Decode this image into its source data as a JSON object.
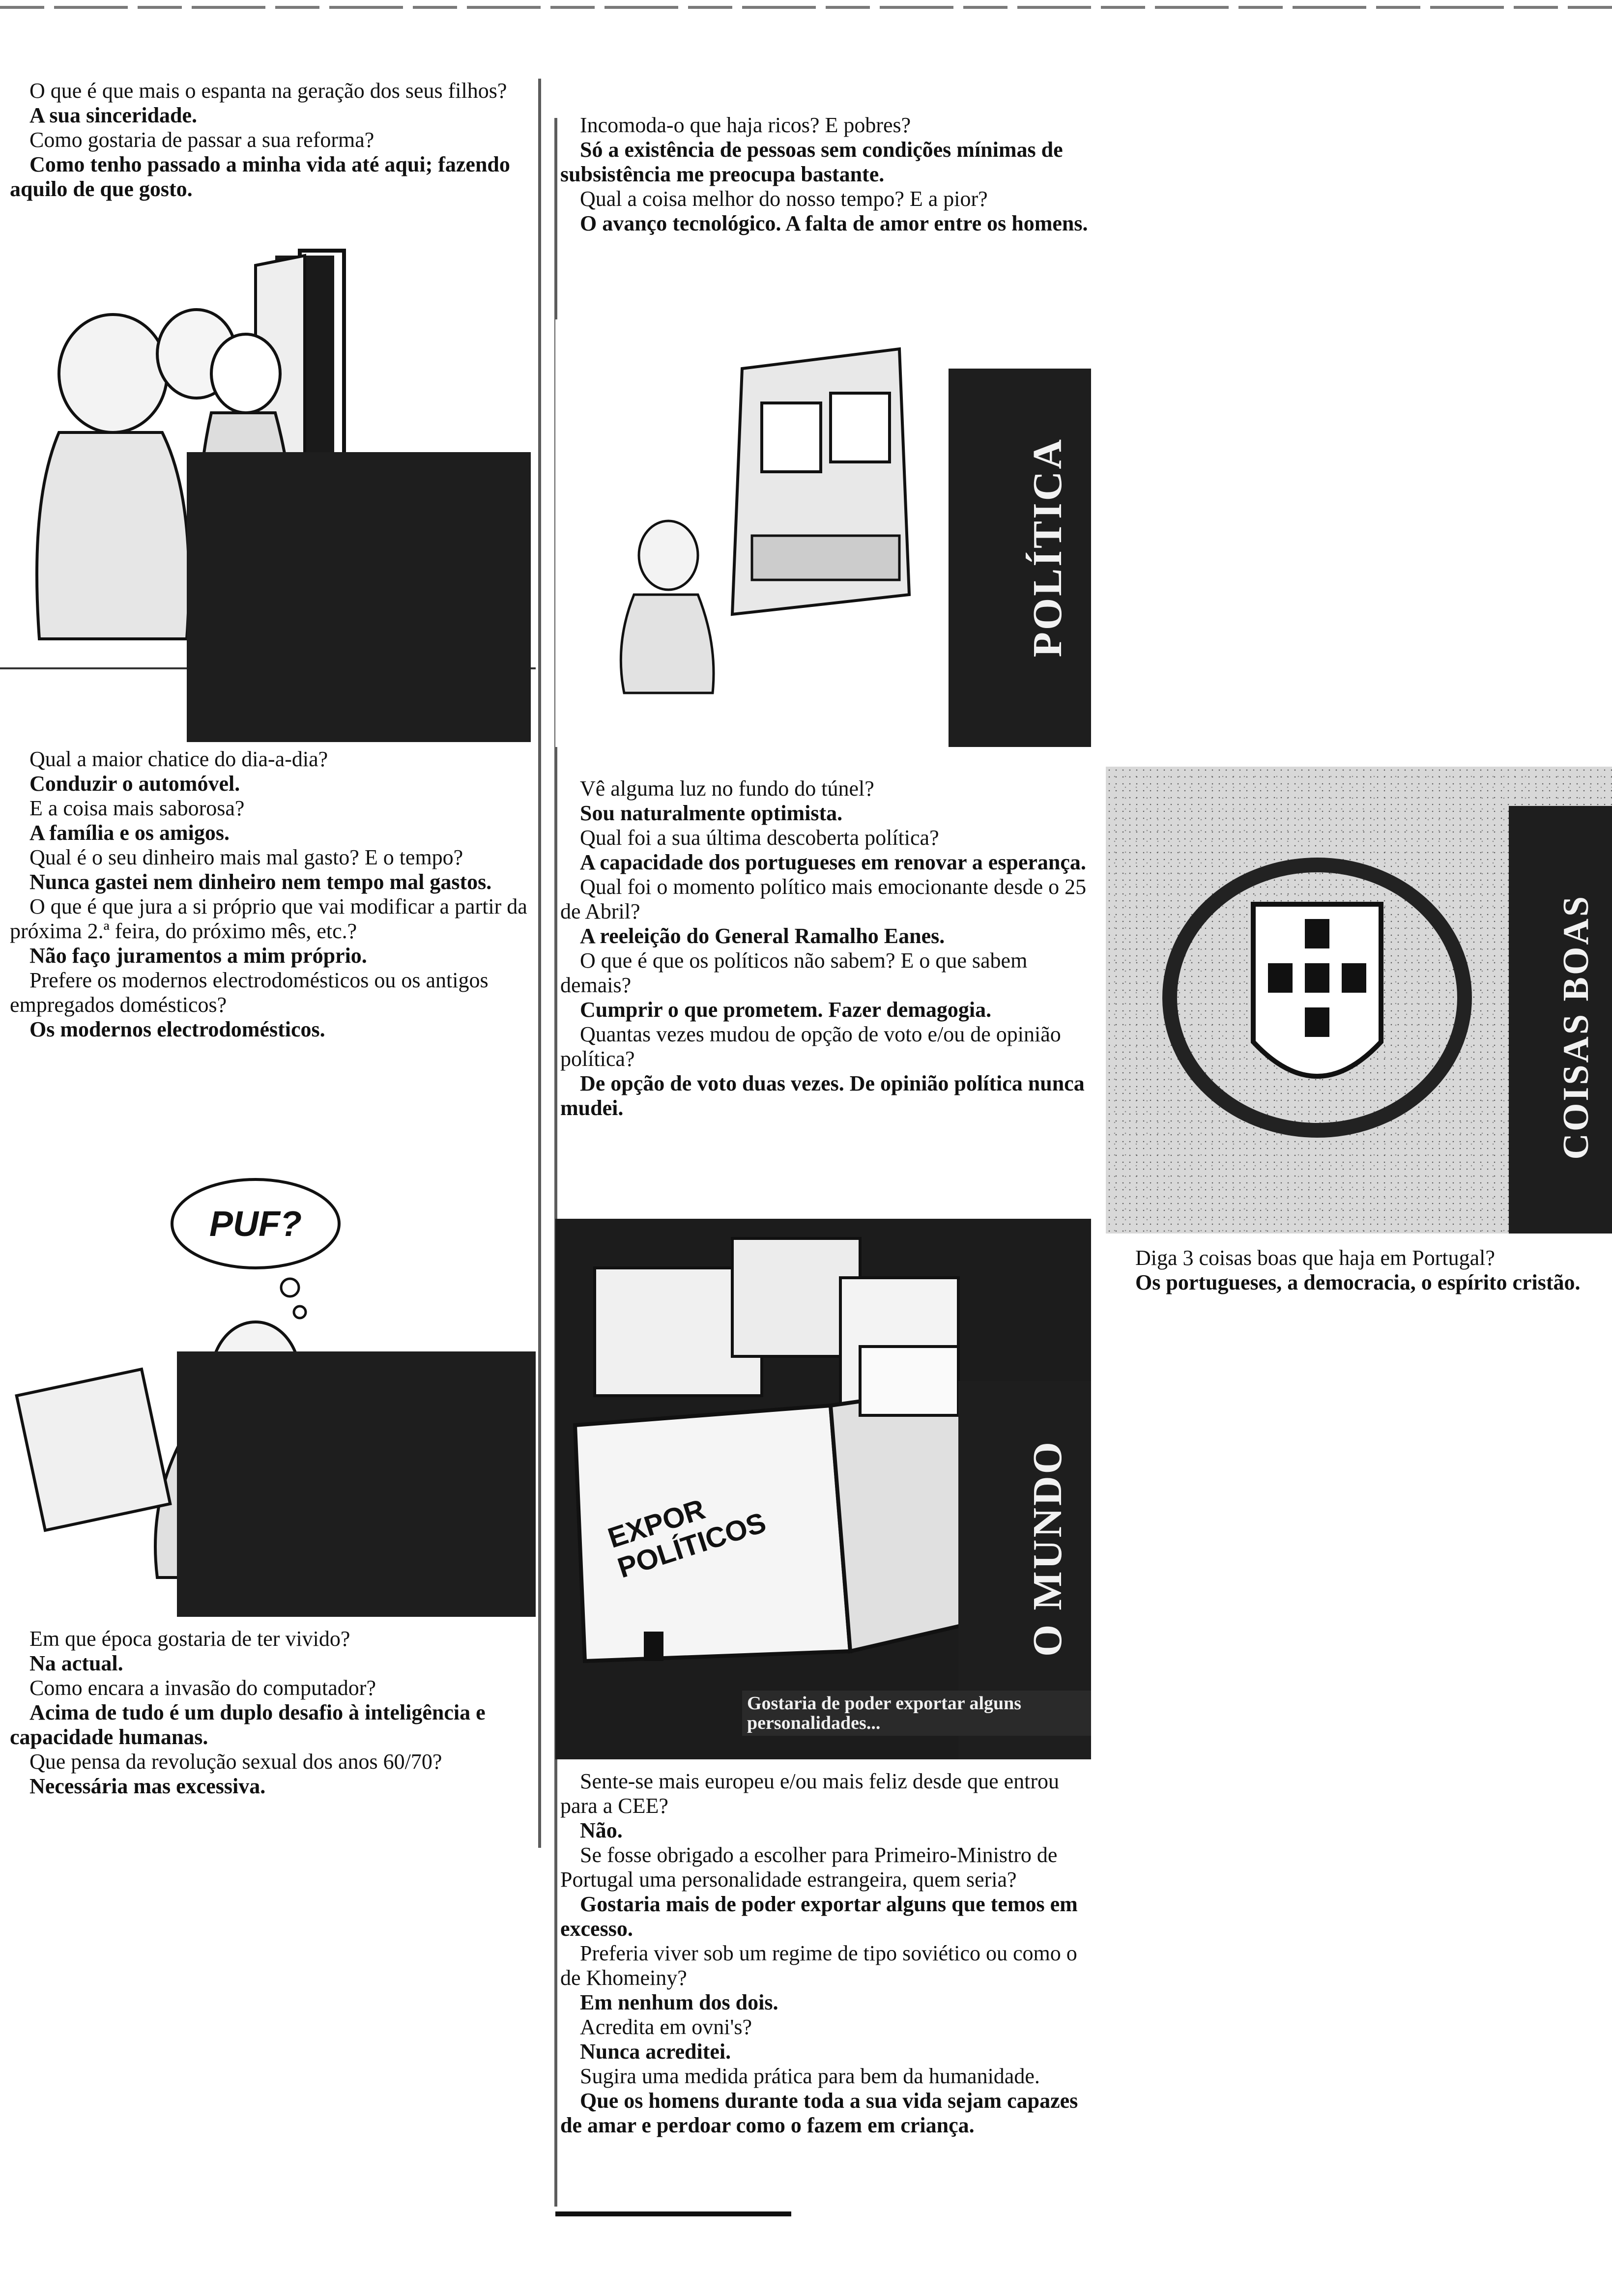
{
  "column1": {
    "block1": [
      {
        "type": "q",
        "text": "O que é que mais o espanta na geração dos seus filhos?"
      },
      {
        "type": "a",
        "text": "A sua sinceridade."
      },
      {
        "type": "q",
        "text": "Como gostaria de passar a sua reforma?"
      },
      {
        "type": "a",
        "text": "Como tenho passado a minha vida até aqui; fazendo aquilo de que gosto."
      }
    ],
    "block2": [
      {
        "type": "q",
        "text": "Qual a maior chatice do dia-a-dia?"
      },
      {
        "type": "a",
        "text": "Conduzir o automóvel."
      },
      {
        "type": "q",
        "text": "E a coisa mais saborosa?"
      },
      {
        "type": "a",
        "text": "A família e os amigos."
      },
      {
        "type": "q",
        "text": "Qual é o seu dinheiro mais mal gasto? E o tempo?"
      },
      {
        "type": "a",
        "text": "Nunca gastei nem dinheiro nem tempo mal gastos."
      },
      {
        "type": "q",
        "text": "O que é que jura a si próprio que vai modificar a partir da próxima 2.ª feira, do próximo mês, etc.?"
      },
      {
        "type": "a",
        "text": "Não faço juramentos a mim próprio."
      },
      {
        "type": "q",
        "text": "Prefere os modernos electrodomésticos ou os antigos empregados domésticos?"
      },
      {
        "type": "a",
        "text": "Os modernos electrodomésticos."
      }
    ],
    "puf": "PUF?",
    "block3": [
      {
        "type": "q",
        "text": "Em que época gostaria de ter vivido?"
      },
      {
        "type": "a",
        "text": "Na actual."
      },
      {
        "type": "q",
        "text": "Como encara a invasão do computador?"
      },
      {
        "type": "a",
        "text": "Acima de tudo é um duplo desafio à inteligência e capacidade humanas."
      },
      {
        "type": "q",
        "text": "Que pensa da revolução sexual dos anos 60/70?"
      },
      {
        "type": "a",
        "text": "Necessária mas excessiva."
      }
    ]
  },
  "column2": {
    "block1": [
      {
        "type": "q",
        "text": "Incomoda-o que haja ricos? E pobres?"
      },
      {
        "type": "a",
        "text": "Só a existência de pessoas sem condições mínimas de subsistência me preocupa bastante."
      },
      {
        "type": "q",
        "text": "Qual a coisa melhor do nosso tempo? E a pior?"
      },
      {
        "type": "a",
        "text": "O avanço tecnológico. A falta de amor entre os homens."
      }
    ],
    "band_politica": "POLÍTICA",
    "block2": [
      {
        "type": "q",
        "text": "Vê alguma luz no fundo do túnel?"
      },
      {
        "type": "a",
        "text": "Sou naturalmente optimista."
      },
      {
        "type": "q",
        "text": "Qual foi a sua última descoberta política?"
      },
      {
        "type": "a",
        "text": "A capacidade dos portugueses em renovar a esperança."
      },
      {
        "type": "q",
        "text": "Qual foi o momento político mais emocionante desde o 25 de Abril?"
      },
      {
        "type": "a",
        "text": "A reeleição do General Ramalho Eanes."
      },
      {
        "type": "q",
        "text": "O que é que os políticos não sabem? E o que sabem demais?"
      },
      {
        "type": "a",
        "text": "Cumprir o que prometem. Fazer demagogia."
      },
      {
        "type": "q",
        "text": "Quantas vezes mudou de opção de voto e/ou de opinião política?"
      },
      {
        "type": "a",
        "text": "De opção de voto duas vezes. De opinião política nunca mudei."
      }
    ],
    "crate_label": "EXPOR POLÍTICOS",
    "band_mundo": "O MUNDO",
    "caption_mundo": "Gostaria de poder exportar alguns personalidades...",
    "block3": [
      {
        "type": "q",
        "text": "Sente-se mais europeu e/ou mais feliz desde que entrou para a CEE?"
      },
      {
        "type": "a",
        "text": "Não."
      },
      {
        "type": "q",
        "text": "Se fosse obrigado a escolher para Primeiro-Ministro de Portugal uma personalidade estrangeira, quem seria?"
      },
      {
        "type": "a",
        "text": "Gostaria mais de poder exportar alguns que temos em excesso."
      },
      {
        "type": "q",
        "text": "Preferia viver sob um regime de tipo soviético ou como o de Khomeiny?"
      },
      {
        "type": "a",
        "text": "Em nenhum dos dois."
      },
      {
        "type": "q",
        "text": "Acredita em ovni's?"
      },
      {
        "type": "a",
        "text": "Nunca acreditei."
      },
      {
        "type": "q",
        "text": "Sugira uma medida prática para bem da humanidade."
      },
      {
        "type": "a",
        "text": "Que os homens durante toda a sua vida sejam capazes de amar e perdoar como o fazem em criança."
      }
    ]
  },
  "column3": {
    "band_coisas": "COISAS BOAS",
    "block1": [
      {
        "type": "q",
        "text": "Diga 3 coisas boas que haja em Portugal?"
      },
      {
        "type": "a",
        "text": "Os portugueses, a democracia, o espírito cristão."
      }
    ]
  },
  "colors": {
    "ink": "#111111",
    "band": "#1e1e1e",
    "paper": "#ffffff"
  }
}
